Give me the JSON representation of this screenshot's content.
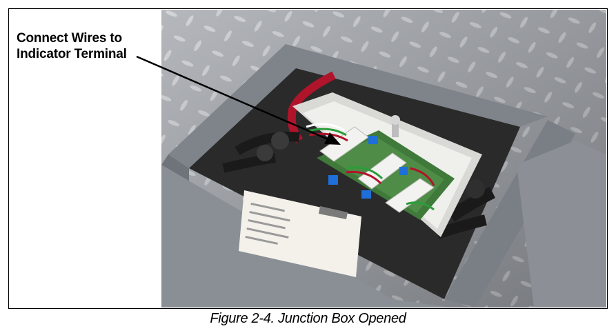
{
  "figure": {
    "callout": {
      "line1": "Connect Wires to",
      "line2": "Indicator Terminal"
    },
    "caption": "Figure 2-4. Junction Box Opened"
  },
  "colors": {
    "plate": "#9a9ea4",
    "frame_gray": "#8a8f96",
    "box_white": "#e9e9e6",
    "terminal_blue": "#1e6fd9",
    "pcb_green": "#3f7a3a",
    "cable_red": "#b0142a",
    "cable_black": "#1a1a1a"
  }
}
